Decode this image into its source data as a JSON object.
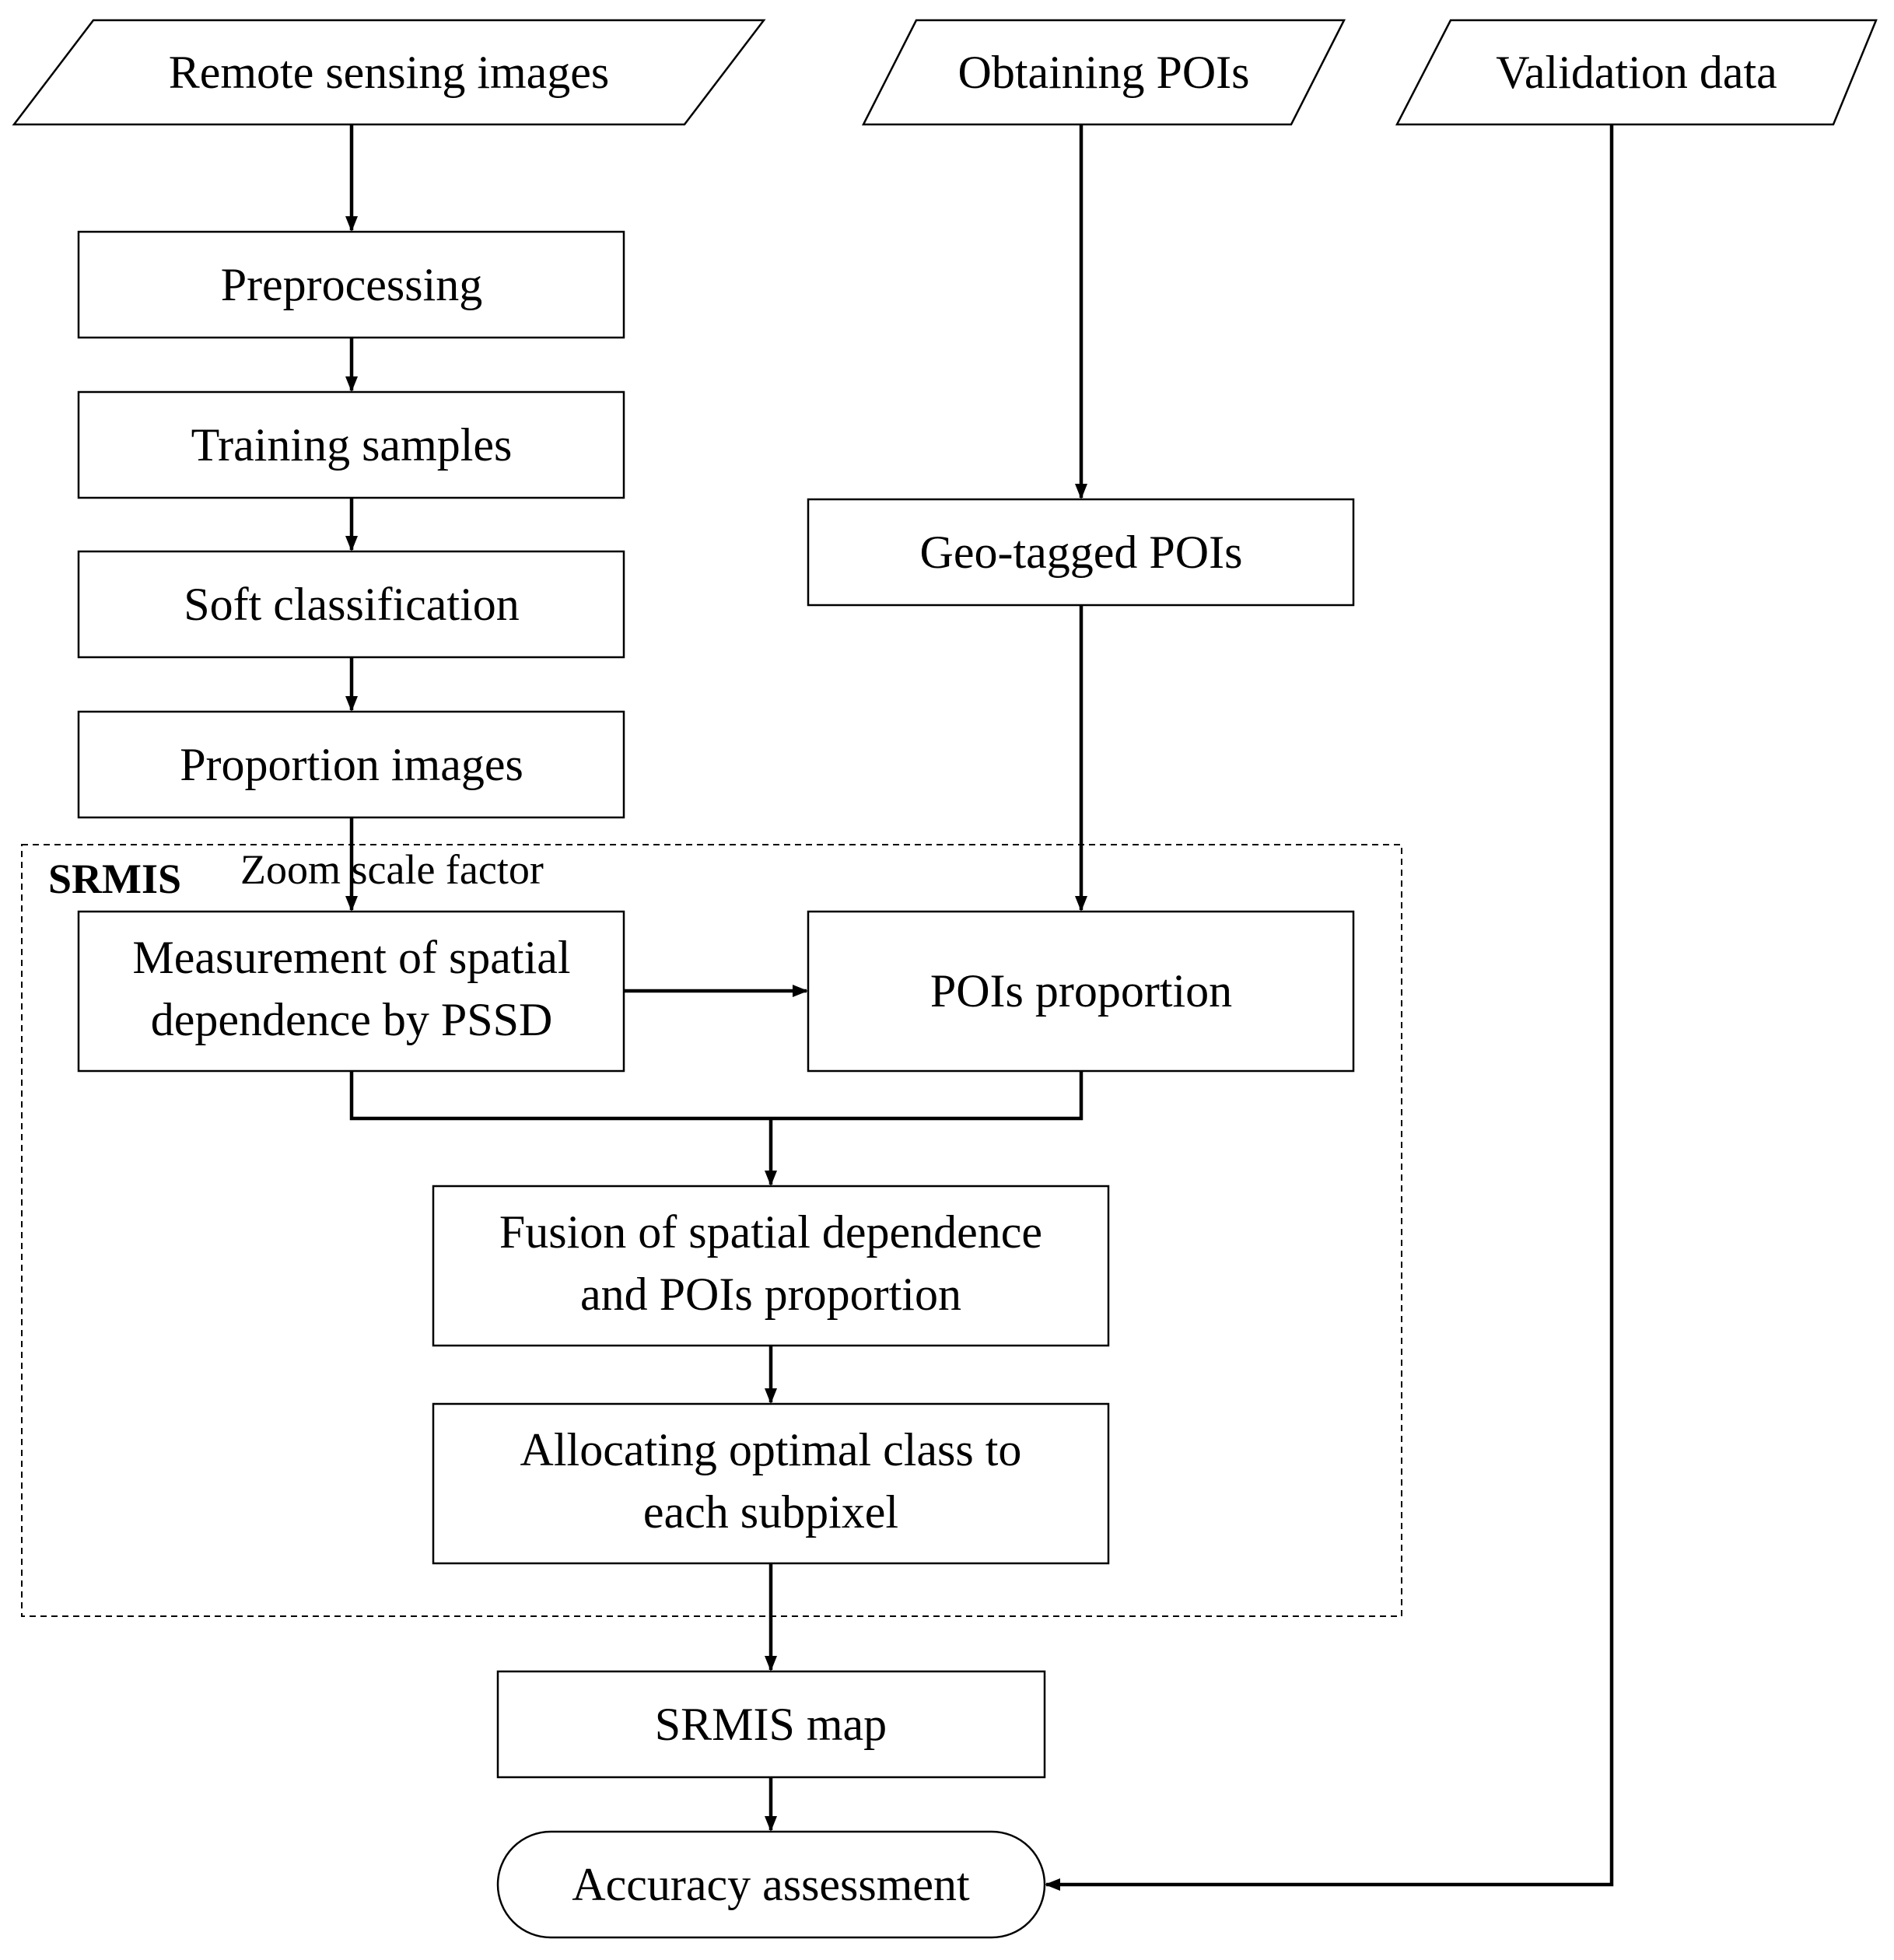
{
  "inputs": {
    "remote_sensing": "Remote sensing images",
    "obtaining_pois": "Obtaining POIs",
    "validation": "Validation data"
  },
  "steps": {
    "preprocessing": "Preprocessing",
    "training": "Training samples",
    "soft_classification": "Soft classification",
    "proportion_images": "Proportion images",
    "geo_tagged": "Geo-tagged POIs",
    "measurement": [
      "Measurement of spatial",
      "dependence by PSSD"
    ],
    "pois_proportion": "POIs proportion",
    "fusion": [
      "Fusion of spatial dependence",
      "and POIs proportion"
    ],
    "allocating": [
      "Allocating optimal class to",
      "each subpixel"
    ],
    "srmis_map": "SRMIS map",
    "accuracy": "Accuracy assessment"
  },
  "group": {
    "title": "SRMIS",
    "zoom_label": "Zoom scale factor"
  }
}
